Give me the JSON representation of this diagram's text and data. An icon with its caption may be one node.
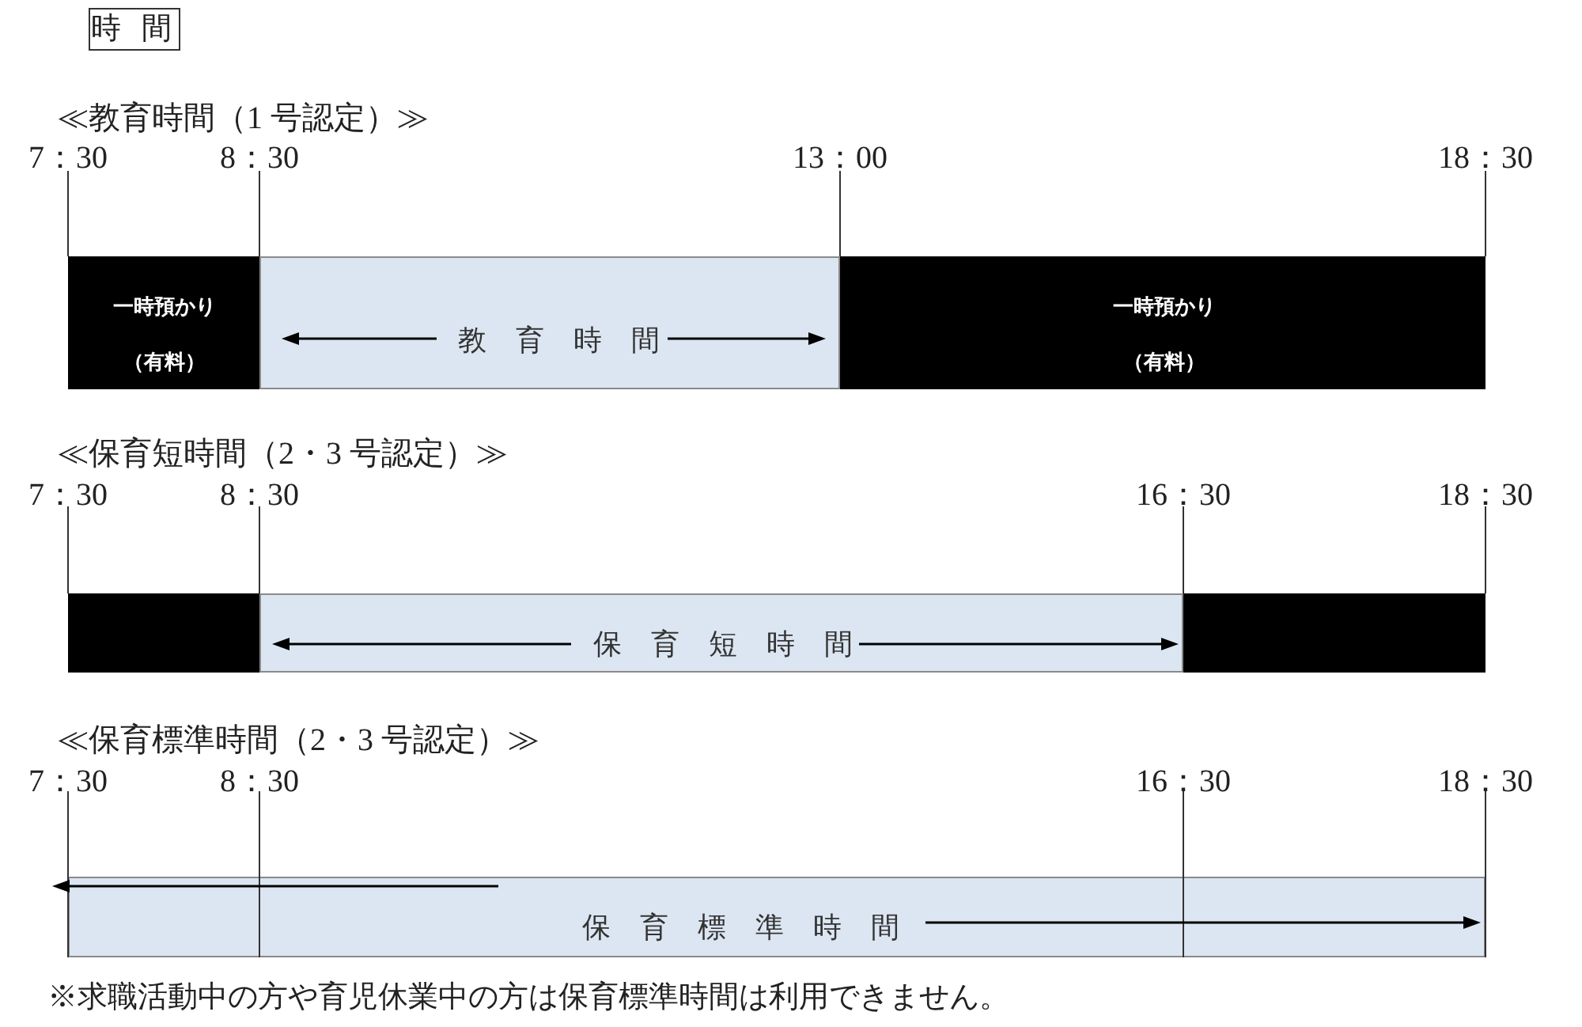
{
  "diagram": {
    "title": "時 間",
    "nodes": [
      {
        "text": [
          "一時預かり",
          "（有料）"
        ]
      },
      {
        "text": [
          "教 育 時 間"
        ]
      },
      {
        "text": [
          "一時預かり",
          "（有料）"
        ]
      },
      {
        "text": [],
        "shape": "bar"
      },
      {
        "text": [
          "保 育 短 時 間"
        ]
      },
      {
        "text": [],
        "shape": "bar"
      },
      {
        "text": [
          "保 育 標 準 時 間"
        ]
      }
    ],
    "labels": [
      "≪教育時間（1 号認定）≫",
      "7：30",
      "8：30",
      "13：00",
      "18：30",
      "≪保育短時間（2・3 号認定）≫",
      "7：30",
      "8：30",
      "16：30",
      "18：30",
      "≪保育標準時間（2・3 号認定）≫",
      "7：30",
      "8：30",
      "16：30",
      "18：30",
      "※求職活動中の方や育児休業中の方は保育標準時間は利用できません。"
    ]
  }
}
